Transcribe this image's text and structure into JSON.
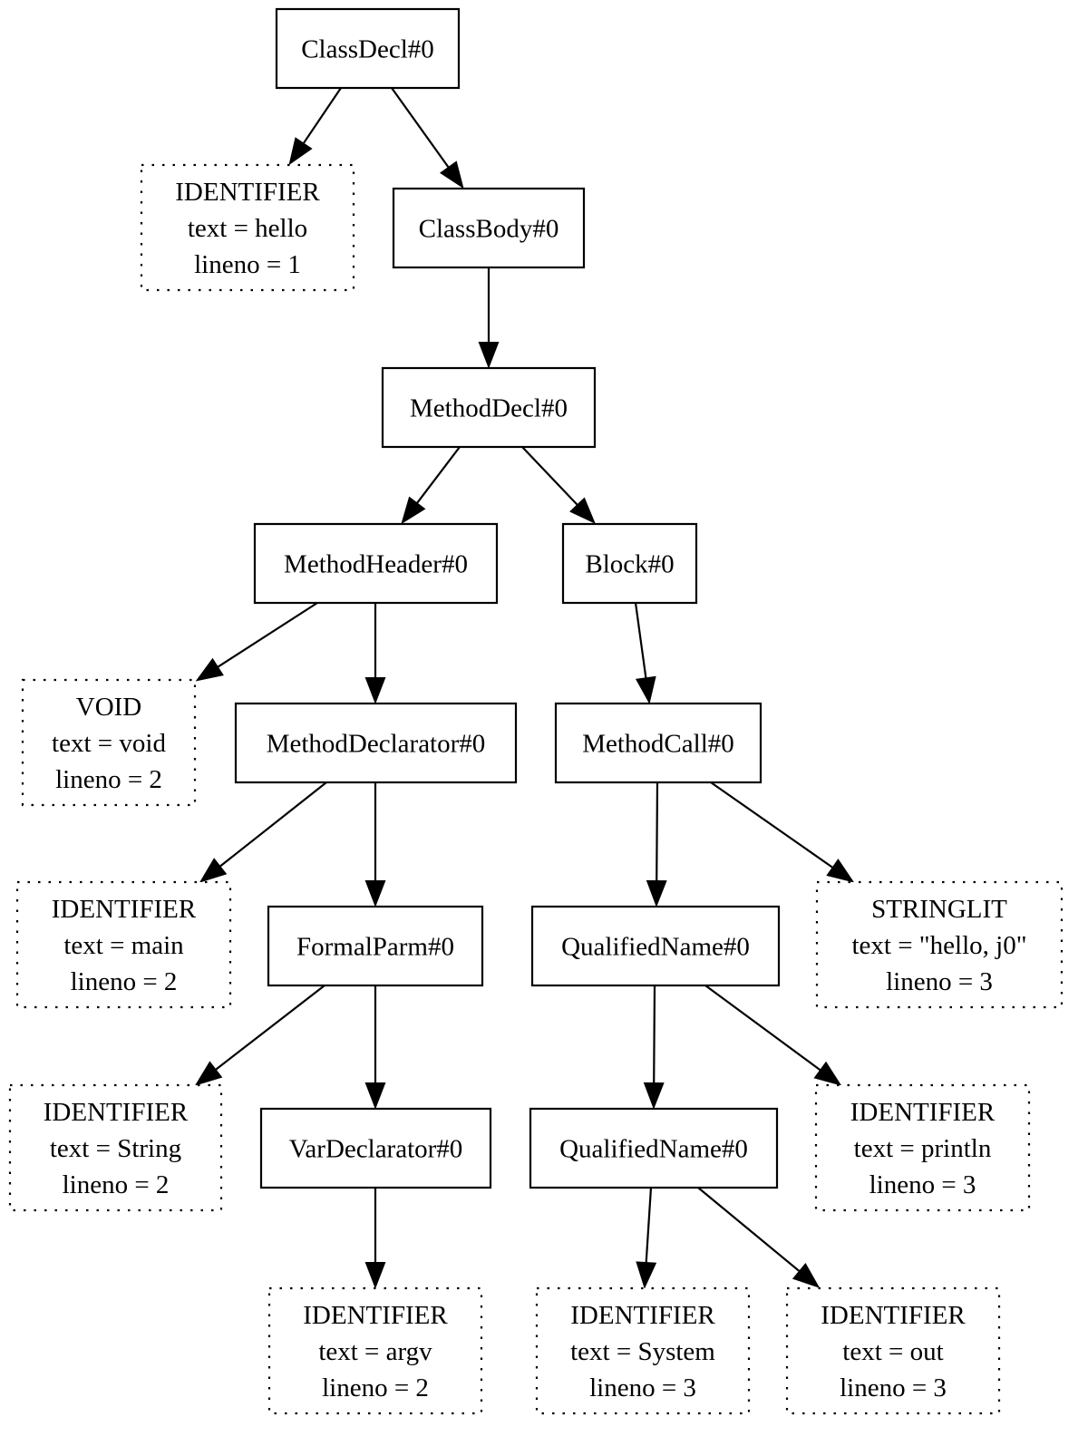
{
  "nodes": [
    {
      "id": "n1",
      "style": "solid",
      "lines": [
        "ClassDecl#0"
      ]
    },
    {
      "id": "n2",
      "style": "dotted",
      "lines": [
        "IDENTIFIER",
        "text = hello",
        "lineno = 1"
      ]
    },
    {
      "id": "n3",
      "style": "solid",
      "lines": [
        "ClassBody#0"
      ]
    },
    {
      "id": "n4",
      "style": "solid",
      "lines": [
        "MethodDecl#0"
      ]
    },
    {
      "id": "n5",
      "style": "solid",
      "lines": [
        "MethodHeader#0"
      ]
    },
    {
      "id": "n6",
      "style": "solid",
      "lines": [
        "Block#0"
      ]
    },
    {
      "id": "n7",
      "style": "dotted",
      "lines": [
        "VOID",
        "text = void",
        "lineno = 2"
      ]
    },
    {
      "id": "n8",
      "style": "solid",
      "lines": [
        "MethodDeclarator#0"
      ]
    },
    {
      "id": "n9",
      "style": "solid",
      "lines": [
        "MethodCall#0"
      ]
    },
    {
      "id": "n10",
      "style": "dotted",
      "lines": [
        "IDENTIFIER",
        "text = main",
        "lineno = 2"
      ]
    },
    {
      "id": "n11",
      "style": "solid",
      "lines": [
        "FormalParm#0"
      ]
    },
    {
      "id": "n12",
      "style": "solid",
      "lines": [
        "QualifiedName#0"
      ]
    },
    {
      "id": "n13",
      "style": "dotted",
      "lines": [
        "STRINGLIT",
        "text = \"hello, j0\"",
        "lineno = 3"
      ]
    },
    {
      "id": "n14",
      "style": "dotted",
      "lines": [
        "IDENTIFIER",
        "text = String",
        "lineno = 2"
      ]
    },
    {
      "id": "n15",
      "style": "solid",
      "lines": [
        "VarDeclarator#0"
      ]
    },
    {
      "id": "n16",
      "style": "solid",
      "lines": [
        "QualifiedName#0"
      ]
    },
    {
      "id": "n17",
      "style": "dotted",
      "lines": [
        "IDENTIFIER",
        "text = println",
        "lineno = 3"
      ]
    },
    {
      "id": "n18",
      "style": "dotted",
      "lines": [
        "IDENTIFIER",
        "text = argv",
        "lineno = 2"
      ]
    },
    {
      "id": "n19",
      "style": "dotted",
      "lines": [
        "IDENTIFIER",
        "text = System",
        "lineno = 3"
      ]
    },
    {
      "id": "n20",
      "style": "dotted",
      "lines": [
        "IDENTIFIER",
        "text = out",
        "lineno = 3"
      ]
    }
  ],
  "edges": [
    {
      "from": "n1",
      "to": "n2"
    },
    {
      "from": "n1",
      "to": "n3"
    },
    {
      "from": "n3",
      "to": "n4"
    },
    {
      "from": "n4",
      "to": "n5"
    },
    {
      "from": "n4",
      "to": "n6"
    },
    {
      "from": "n5",
      "to": "n7"
    },
    {
      "from": "n5",
      "to": "n8"
    },
    {
      "from": "n6",
      "to": "n9"
    },
    {
      "from": "n8",
      "to": "n10"
    },
    {
      "from": "n8",
      "to": "n11"
    },
    {
      "from": "n9",
      "to": "n12"
    },
    {
      "from": "n9",
      "to": "n13"
    },
    {
      "from": "n11",
      "to": "n14"
    },
    {
      "from": "n11",
      "to": "n15"
    },
    {
      "from": "n12",
      "to": "n16"
    },
    {
      "from": "n12",
      "to": "n17"
    },
    {
      "from": "n15",
      "to": "n18"
    },
    {
      "from": "n16",
      "to": "n19"
    },
    {
      "from": "n16",
      "to": "n20"
    }
  ]
}
